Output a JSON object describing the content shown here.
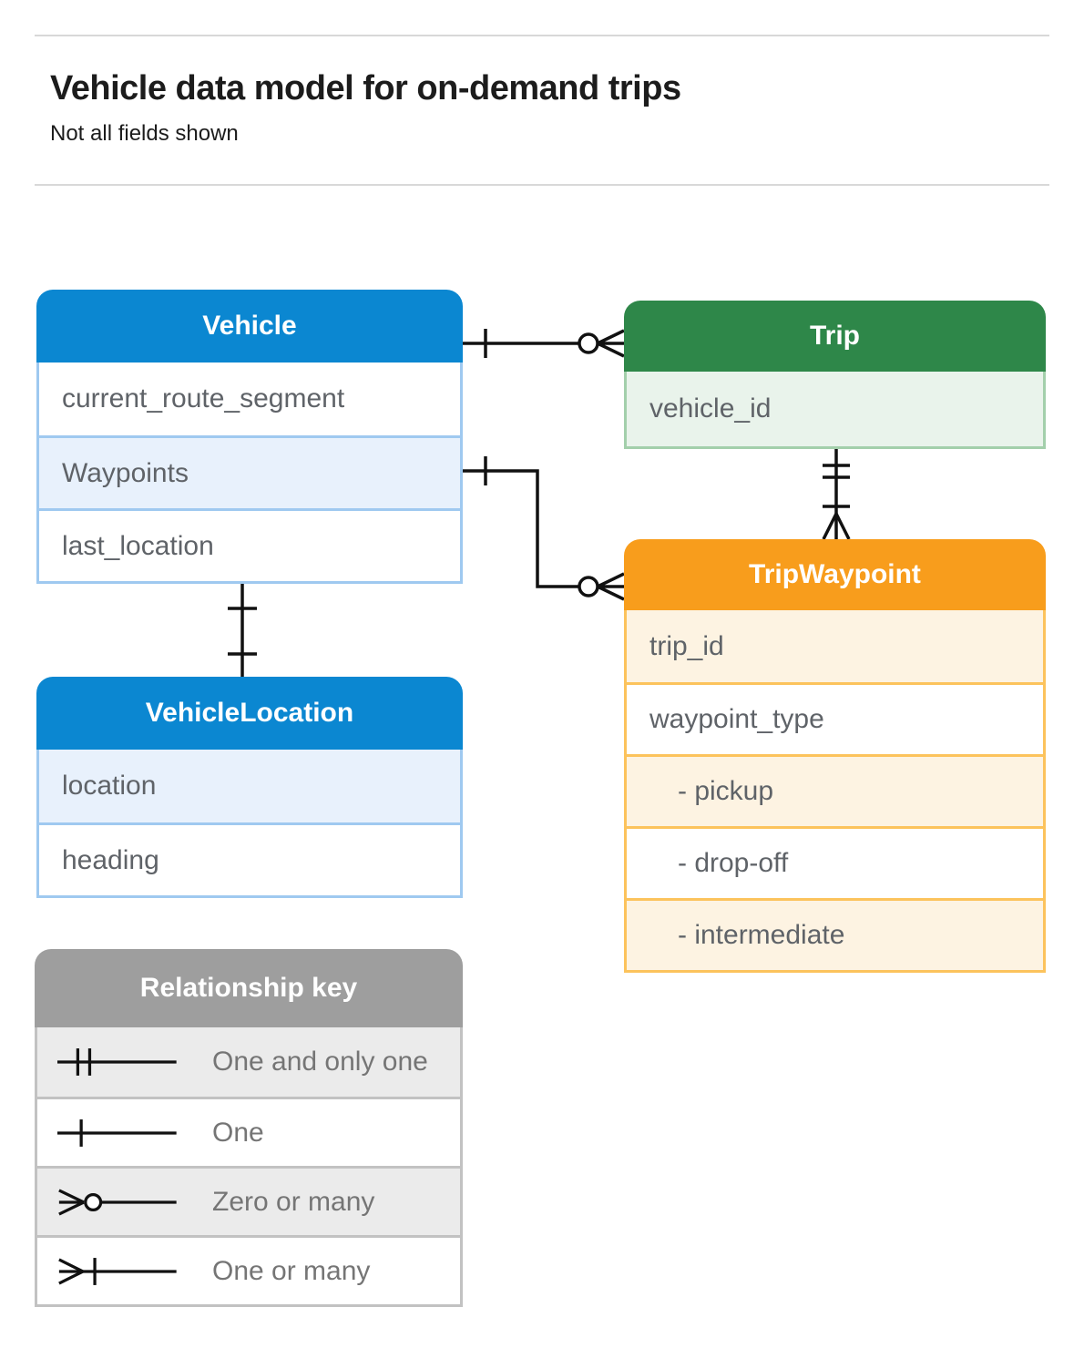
{
  "page": {
    "title": "Vehicle data model for on-demand trips",
    "subtitle": "Not all fields shown"
  },
  "entities": {
    "vehicle": {
      "title": "Vehicle",
      "fields": [
        "current_route_segment",
        "Waypoints",
        "last_location"
      ]
    },
    "trip": {
      "title": "Trip",
      "fields": [
        "vehicle_id"
      ]
    },
    "trip_waypoint": {
      "title": "TripWaypoint",
      "fields": [
        "trip_id",
        "waypoint_type",
        "- pickup",
        "- drop-off",
        "- intermediate"
      ]
    },
    "vehicle_location": {
      "title": "VehicleLocation",
      "fields": [
        "location",
        "heading"
      ]
    }
  },
  "legend": {
    "title": "Relationship key",
    "items": [
      {
        "icon": "one-and-only-one-icon",
        "label": "One and only one"
      },
      {
        "icon": "one-icon",
        "label": "One"
      },
      {
        "icon": "zero-or-many-icon",
        "label": "Zero or many"
      },
      {
        "icon": "one-or-many-icon",
        "label": "One or many"
      }
    ]
  },
  "relationships": [
    {
      "from": "Vehicle",
      "to": "Trip",
      "from_cardinality": "One",
      "to_cardinality": "Zero or many"
    },
    {
      "from": "Vehicle.Waypoints",
      "to": "TripWaypoint",
      "from_cardinality": "One",
      "to_cardinality": "Zero or many"
    },
    {
      "from": "Vehicle",
      "to": "VehicleLocation",
      "from_cardinality": "One",
      "to_cardinality": "One"
    },
    {
      "from": "Trip",
      "to": "TripWaypoint",
      "from_cardinality": "One and only one",
      "to_cardinality": "One or many"
    }
  ],
  "colors": {
    "blue_accent": "#0b87d1",
    "blue_border": "#9fc9f0",
    "blue_tint": "#e8f1fc",
    "green_accent": "#2e8749",
    "green_border": "#a3cfab",
    "green_tint": "#e9f3eb",
    "orange_accent": "#f89d1c",
    "orange_border": "#fcc35c",
    "orange_tint": "#fdf3e2",
    "gray_accent": "#9e9e9e",
    "connector": "#111111"
  }
}
